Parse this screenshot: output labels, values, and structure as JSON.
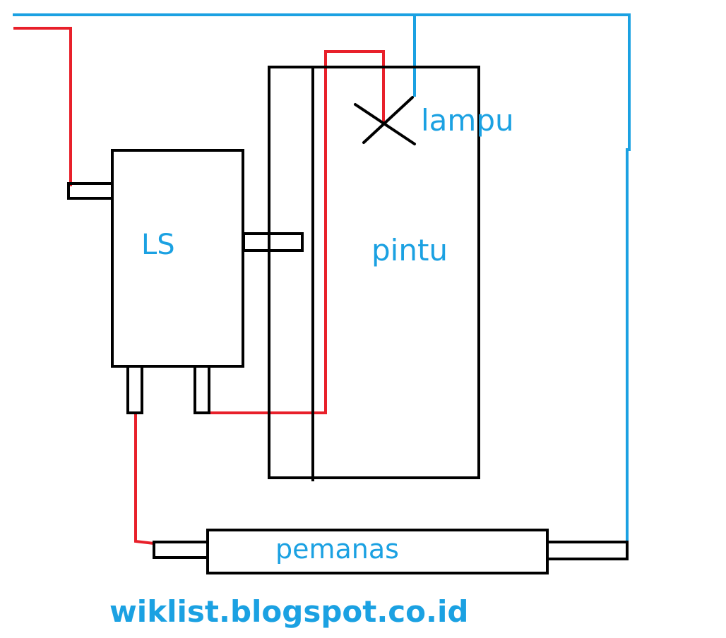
{
  "labels": {
    "switch": "LS",
    "door": "pintu",
    "lamp": "lampu",
    "heater": "pemanas"
  },
  "footer": {
    "url": "wiklist.blogspot.co.id"
  },
  "colors": {
    "phase_wire": "#e8202a",
    "neutral_wire": "#1ba1e2",
    "outline": "#000000",
    "text": "#1ba1e2"
  }
}
